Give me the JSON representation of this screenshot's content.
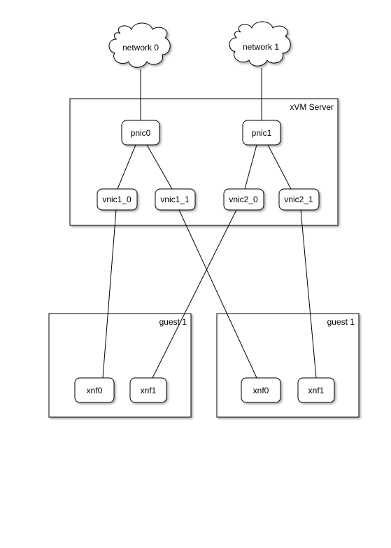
{
  "clouds": {
    "network0": "network 0",
    "network1": "network 1"
  },
  "server": {
    "title": "xVM Server",
    "pnics": [
      "pnic0",
      "pnic1"
    ],
    "vnics": [
      "vnic1_0",
      "vnic1_1",
      "vnic2_0",
      "vnic2_1"
    ]
  },
  "guests": [
    {
      "title": "guest 1",
      "nics": [
        "xnf0",
        "xnf1"
      ]
    },
    {
      "title": "guest 1",
      "nics": [
        "xnf0",
        "xnf1"
      ]
    }
  ],
  "colors": {
    "stroke": "#000000",
    "fill": "#ffffff"
  }
}
